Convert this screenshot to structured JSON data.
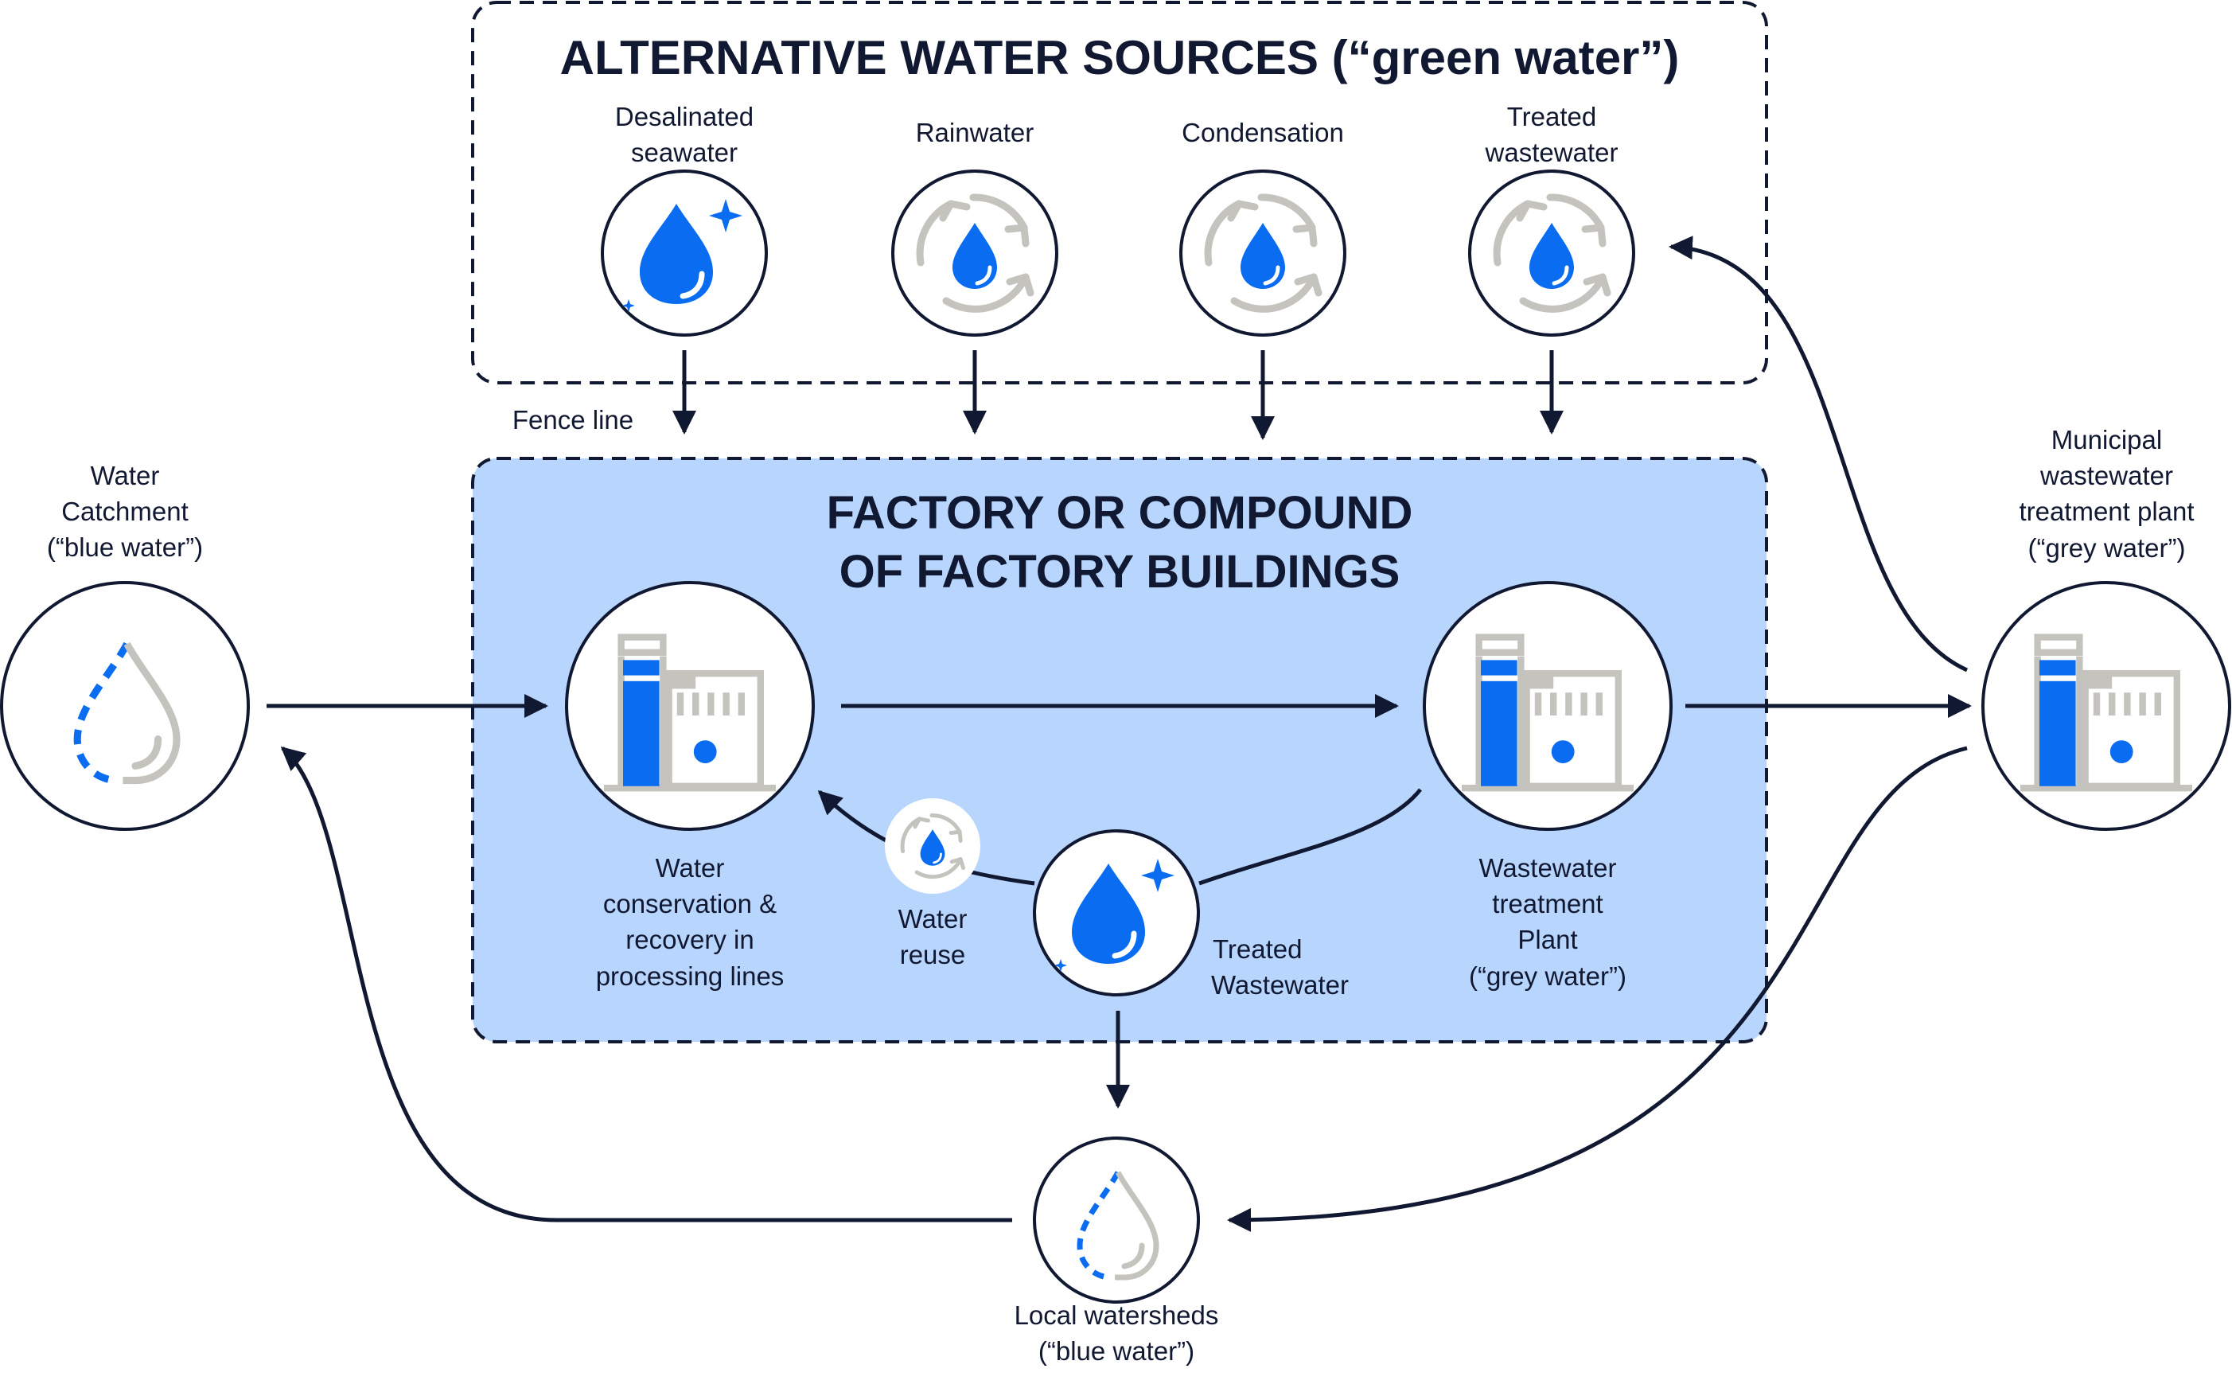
{
  "colors": {
    "navy": "#111831",
    "blue": "#0a6cf0",
    "grey": "#c5c3bd",
    "factory_fill": "#b8d6fd"
  },
  "alt_sources": {
    "title": "ALTERNATIVE WATER SOURCES (“green water”)",
    "items": [
      {
        "label_1": "Desalinated",
        "label_2": "seawater",
        "icon": "sparkle-droplet-icon"
      },
      {
        "label_1": "Rainwater",
        "icon": "recycle-droplet-icon"
      },
      {
        "label_1": "Condensation",
        "icon": "recycle-droplet-icon"
      },
      {
        "label_1": "Treated",
        "label_2": "wastewater",
        "icon": "recycle-droplet-icon"
      }
    ]
  },
  "fence_line": "Fence line",
  "factory": {
    "title_1": "FACTORY OR COMPOUND",
    "title_2": "OF FACTORY BUILDINGS"
  },
  "nodes": {
    "water_catchment": {
      "l1": "Water",
      "l2": "Catchment",
      "l3": "(“blue water”)",
      "icon": "dashed-droplet-icon"
    },
    "conservation": {
      "l1": "Water",
      "l2": "conservation &",
      "l3": "recovery in",
      "l4": "processing lines",
      "icon": "factory-icon"
    },
    "wwtp": {
      "l1": "Wastewater",
      "l2": "treatment",
      "l3": "Plant",
      "l4": "(“grey water”)",
      "icon": "factory-icon"
    },
    "water_reuse": {
      "l1": "Water",
      "l2": "reuse",
      "icon": "recycle-droplet-icon"
    },
    "treated_ww": {
      "l1": "Treated",
      "l2": "Wastewater",
      "icon": "sparkle-droplet-icon"
    },
    "municipal": {
      "l1": "Municipal",
      "l2": "wastewater",
      "l3": "treatment plant",
      "l4": "(“grey water”)",
      "icon": "factory-icon"
    },
    "watersheds": {
      "l1": "Local watersheds",
      "l2": "(“blue water”)",
      "icon": "dashed-droplet-icon"
    }
  }
}
